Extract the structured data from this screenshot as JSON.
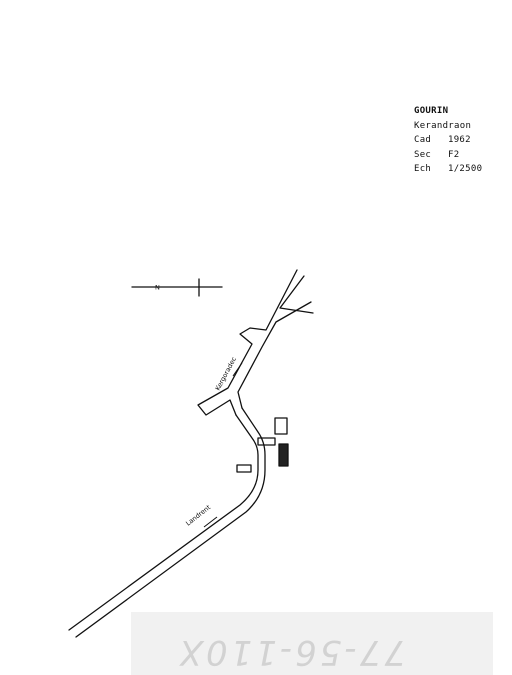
{
  "legend": {
    "commune": "GOURIN",
    "lieu": "Kerandraon",
    "rows": [
      {
        "key": "Cad",
        "value": "1962"
      },
      {
        "key": "Sec",
        "value": "F2"
      },
      {
        "key": "Ech",
        "value": "1/2500"
      }
    ]
  },
  "north_arrow": {
    "label": "N"
  },
  "roads": [
    {
      "label": "Kergoradec"
    },
    {
      "label": "Landrent"
    }
  ],
  "footer": {
    "handwritten": "77-56-110X"
  }
}
